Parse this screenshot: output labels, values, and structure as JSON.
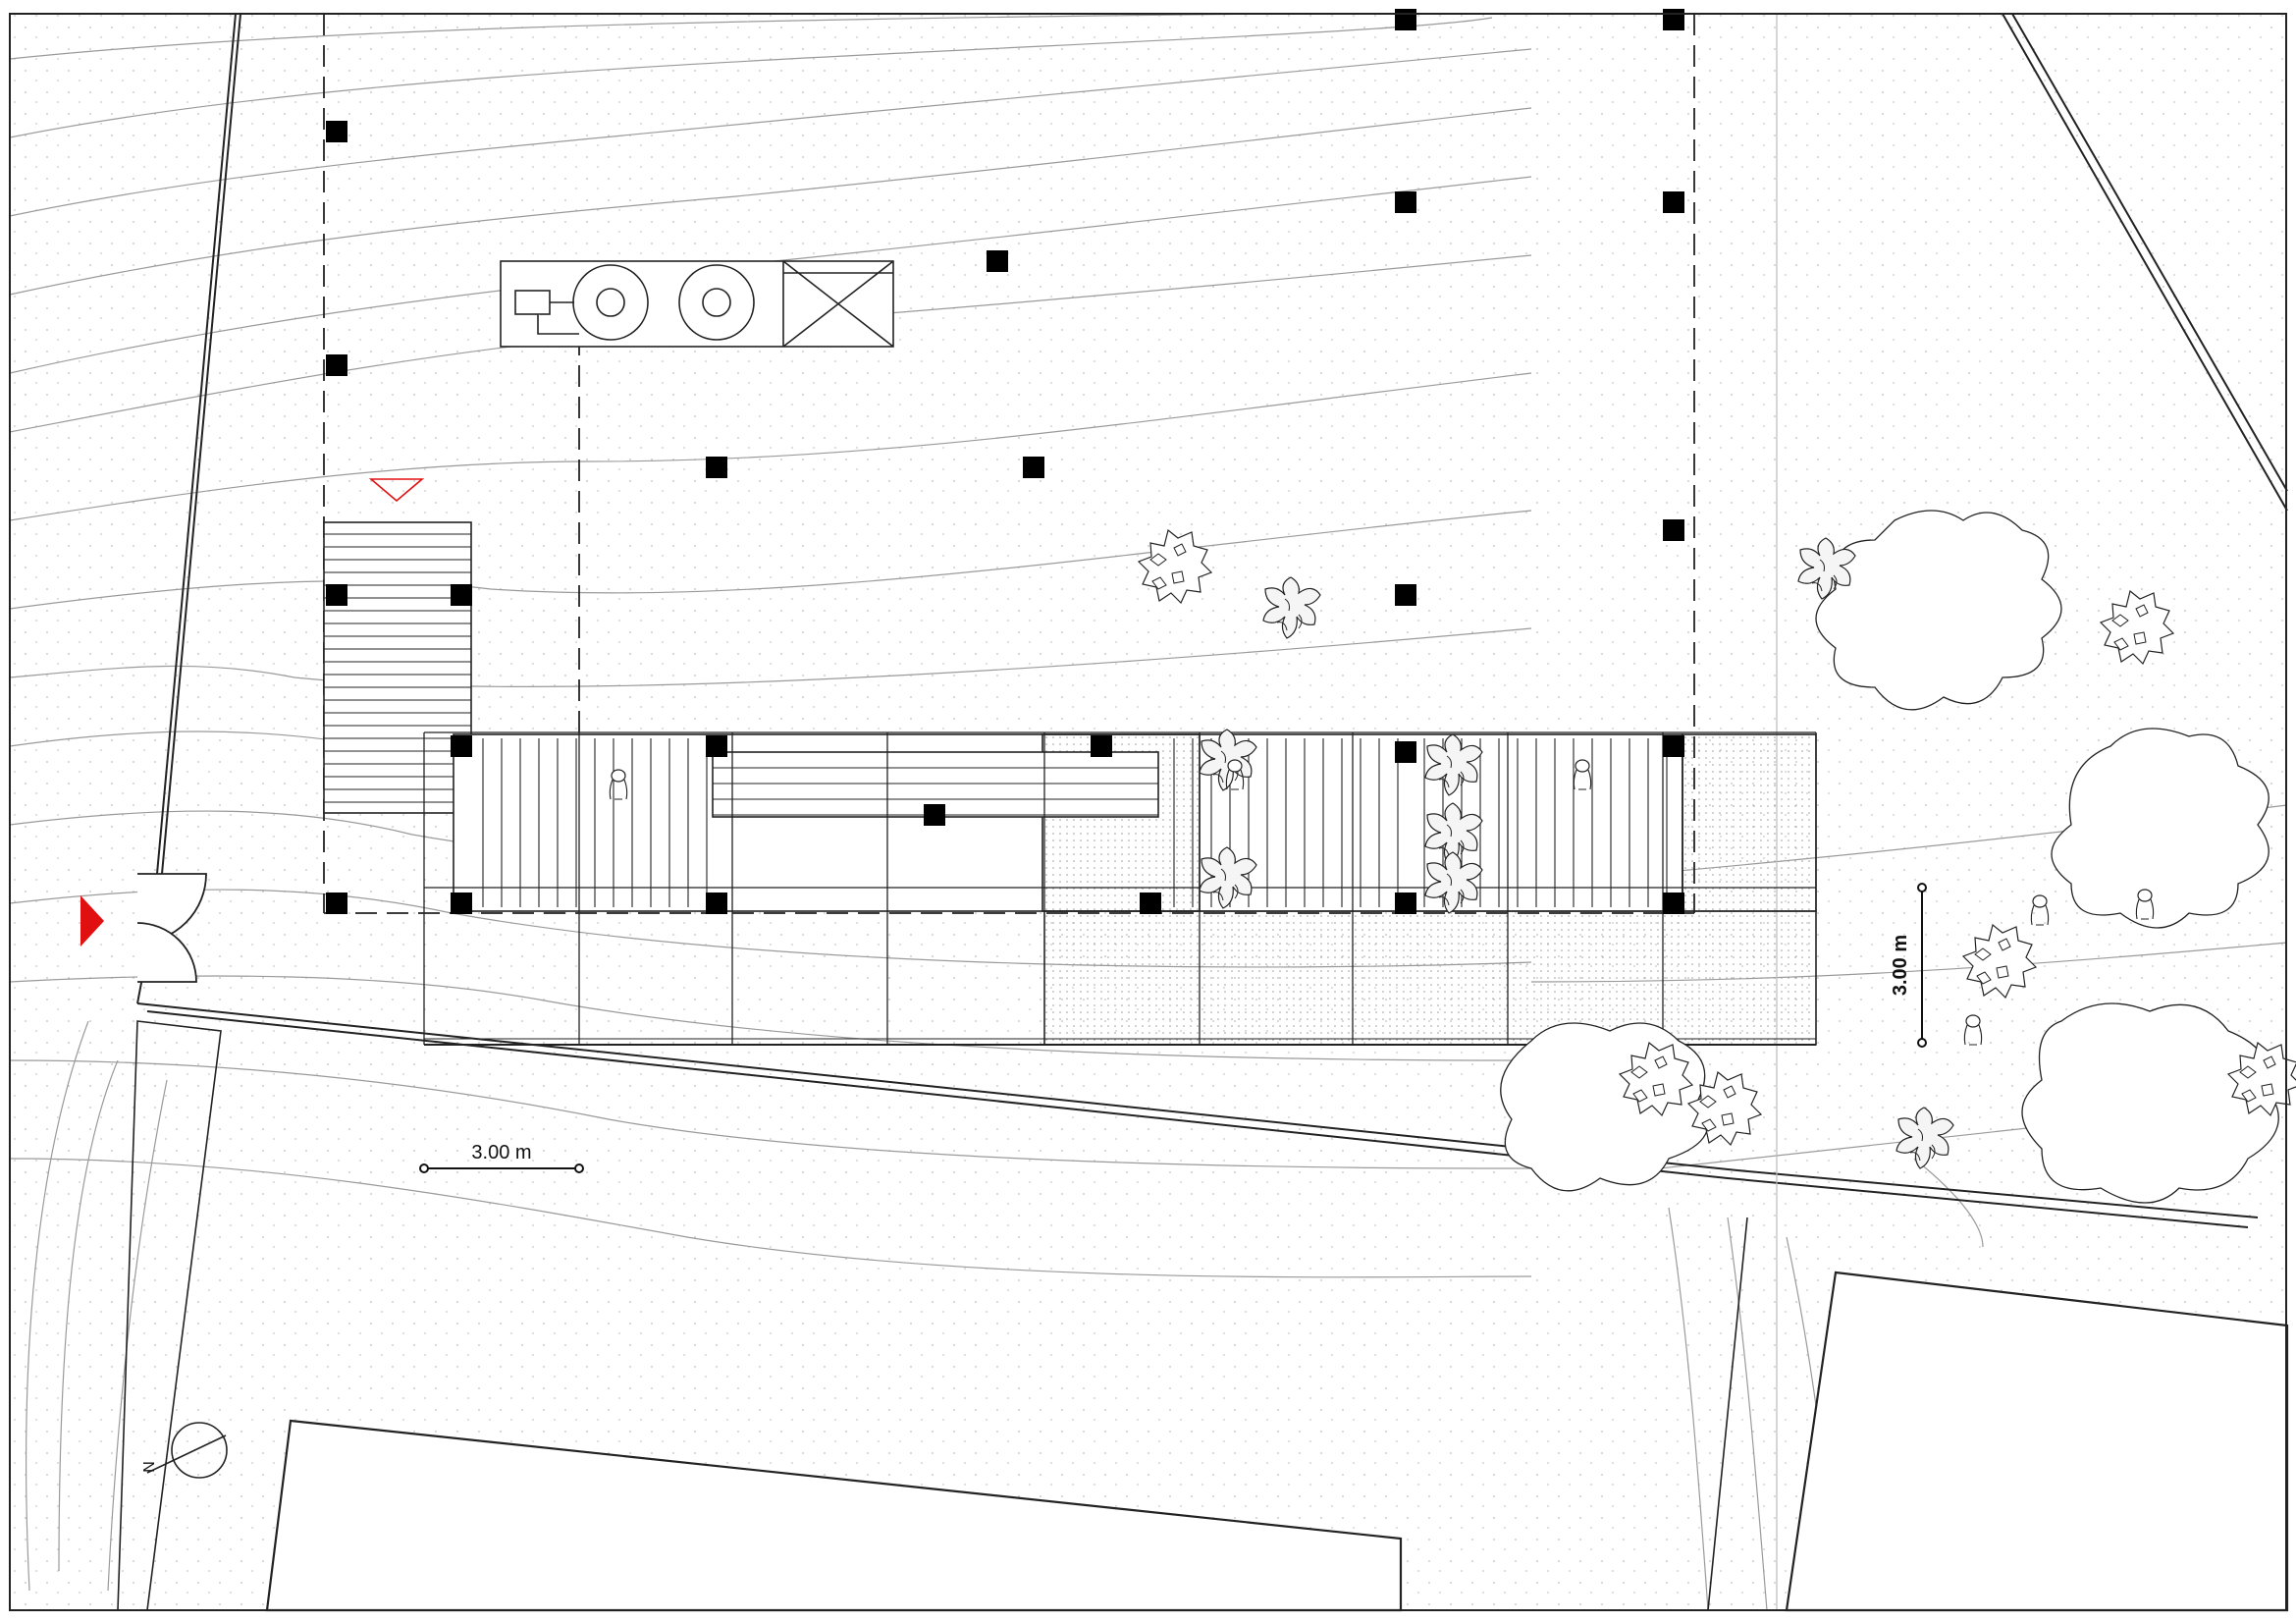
{
  "scale_bar_horizontal": {
    "label": "3.00 m"
  },
  "scale_bar_vertical": {
    "label": "3.00 m"
  },
  "north_arrow": {
    "letter": "N"
  },
  "colors": {
    "line": "#222222",
    "contour": "#9a9a9a",
    "entry_marker": "#e01010",
    "column": "#000000",
    "hatch": "#cfcfcf"
  }
}
